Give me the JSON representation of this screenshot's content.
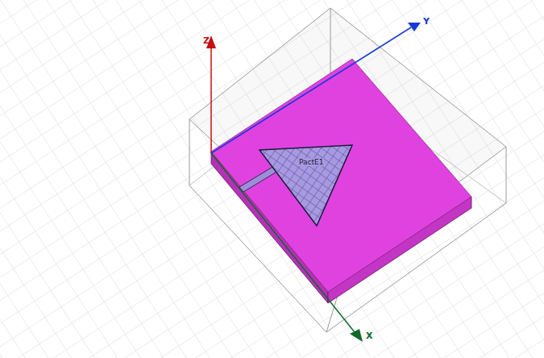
{
  "diagram": {
    "nodes": [
      {
        "text": [
          "PactE1"
        ]
      }
    ],
    "labels": [
      "Z",
      "Y",
      "X"
    ]
  }
}
